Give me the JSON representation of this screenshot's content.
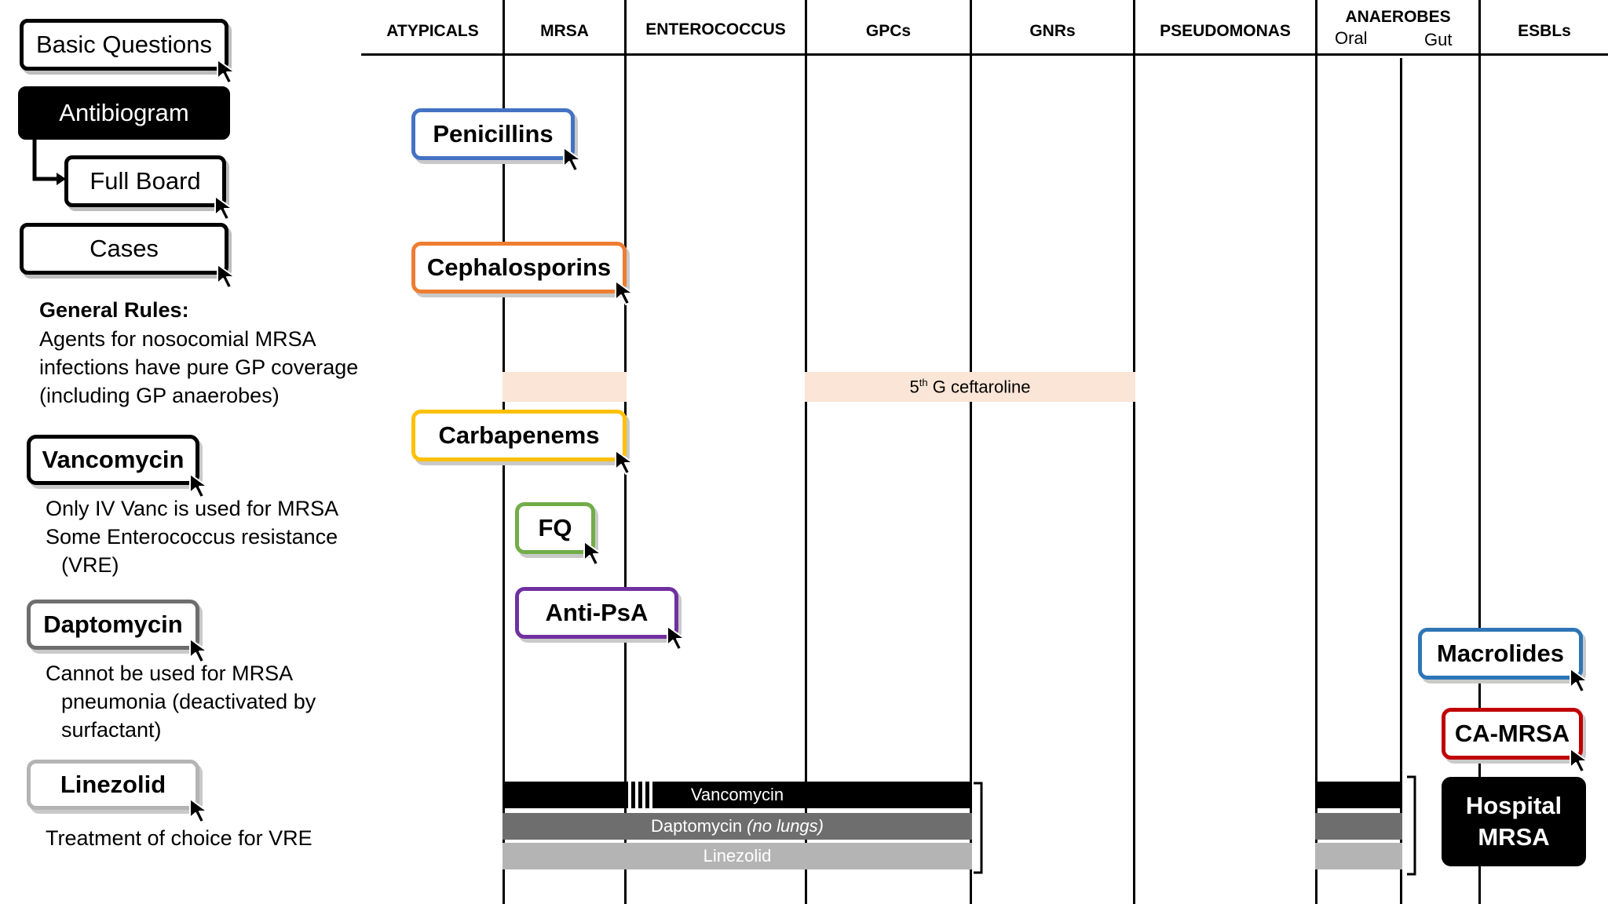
{
  "nav": {
    "basic_questions": "Basic Questions",
    "antibiogram": "Antibiogram",
    "full_board": "Full Board",
    "cases": "Cases"
  },
  "general_rules": {
    "title": "General Rules:",
    "lines": [
      "Agents for nosocomial MRSA",
      "infections have pure GP coverage",
      "(including GP anaerobes)"
    ]
  },
  "left_drugs": {
    "vancomycin": {
      "label": "Vancomycin",
      "color": "#000000",
      "notes": [
        "Only IV Vanc is used for MRSA",
        "Some Enterococcus resistance",
        "(VRE)"
      ]
    },
    "daptomycin": {
      "label": "Daptomycin",
      "color": "#6e6e6e",
      "notes": [
        "Cannot be used for MRSA",
        "pneumonia (deactivated by",
        "surfactant)"
      ]
    },
    "linezolid": {
      "label": "Linezolid",
      "color": "#b4b4b4",
      "notes": [
        "Treatment of choice for VRE"
      ]
    }
  },
  "columns": {
    "atypicals": "ATYPICALS",
    "mrsa": "MRSA",
    "enterococcus": "ENTEROCOCCUS",
    "gpcs": "GPCs",
    "gnrs": "GNRs",
    "pseudomonas": "PSEUDOMONAS",
    "anaerobes": "ANAEROBES",
    "anaerobes_oral": "Oral",
    "anaerobes_gut": "Gut",
    "esbls": "ESBLs"
  },
  "class_buttons": {
    "penicillins": {
      "label": "Penicillins",
      "color": "#4472c4"
    },
    "cephalosporins": {
      "label": "Cephalosporins",
      "color": "#ed7d31"
    },
    "carbapenems": {
      "label": "Carbapenems",
      "color": "#ffc000"
    },
    "fq": {
      "label": "FQ",
      "color": "#70ad47"
    },
    "anti_psa": {
      "label": "Anti-PsA",
      "color": "#7030a0"
    },
    "macrolides": {
      "label": "Macrolides",
      "color": "#2e75b6"
    },
    "ca_mrsa": {
      "label": "CA-MRSA",
      "color": "#c00000"
    },
    "hospital_mrsa": {
      "label_line1": "Hospital",
      "label_line2": "MRSA"
    }
  },
  "ceftaroline": {
    "base": "5",
    "sup": "th",
    "rest": " G ceftaroline",
    "color": "#fbe5d6"
  },
  "coverage_bars": {
    "vancomycin": {
      "label": "Vancomycin",
      "color": "#000000"
    },
    "daptomycin": {
      "label": "Daptomycin ",
      "italic": "(no lungs)",
      "color": "#6e6e6e"
    },
    "linezolid": {
      "label": "Linezolid",
      "color": "#b4b4b4"
    }
  }
}
